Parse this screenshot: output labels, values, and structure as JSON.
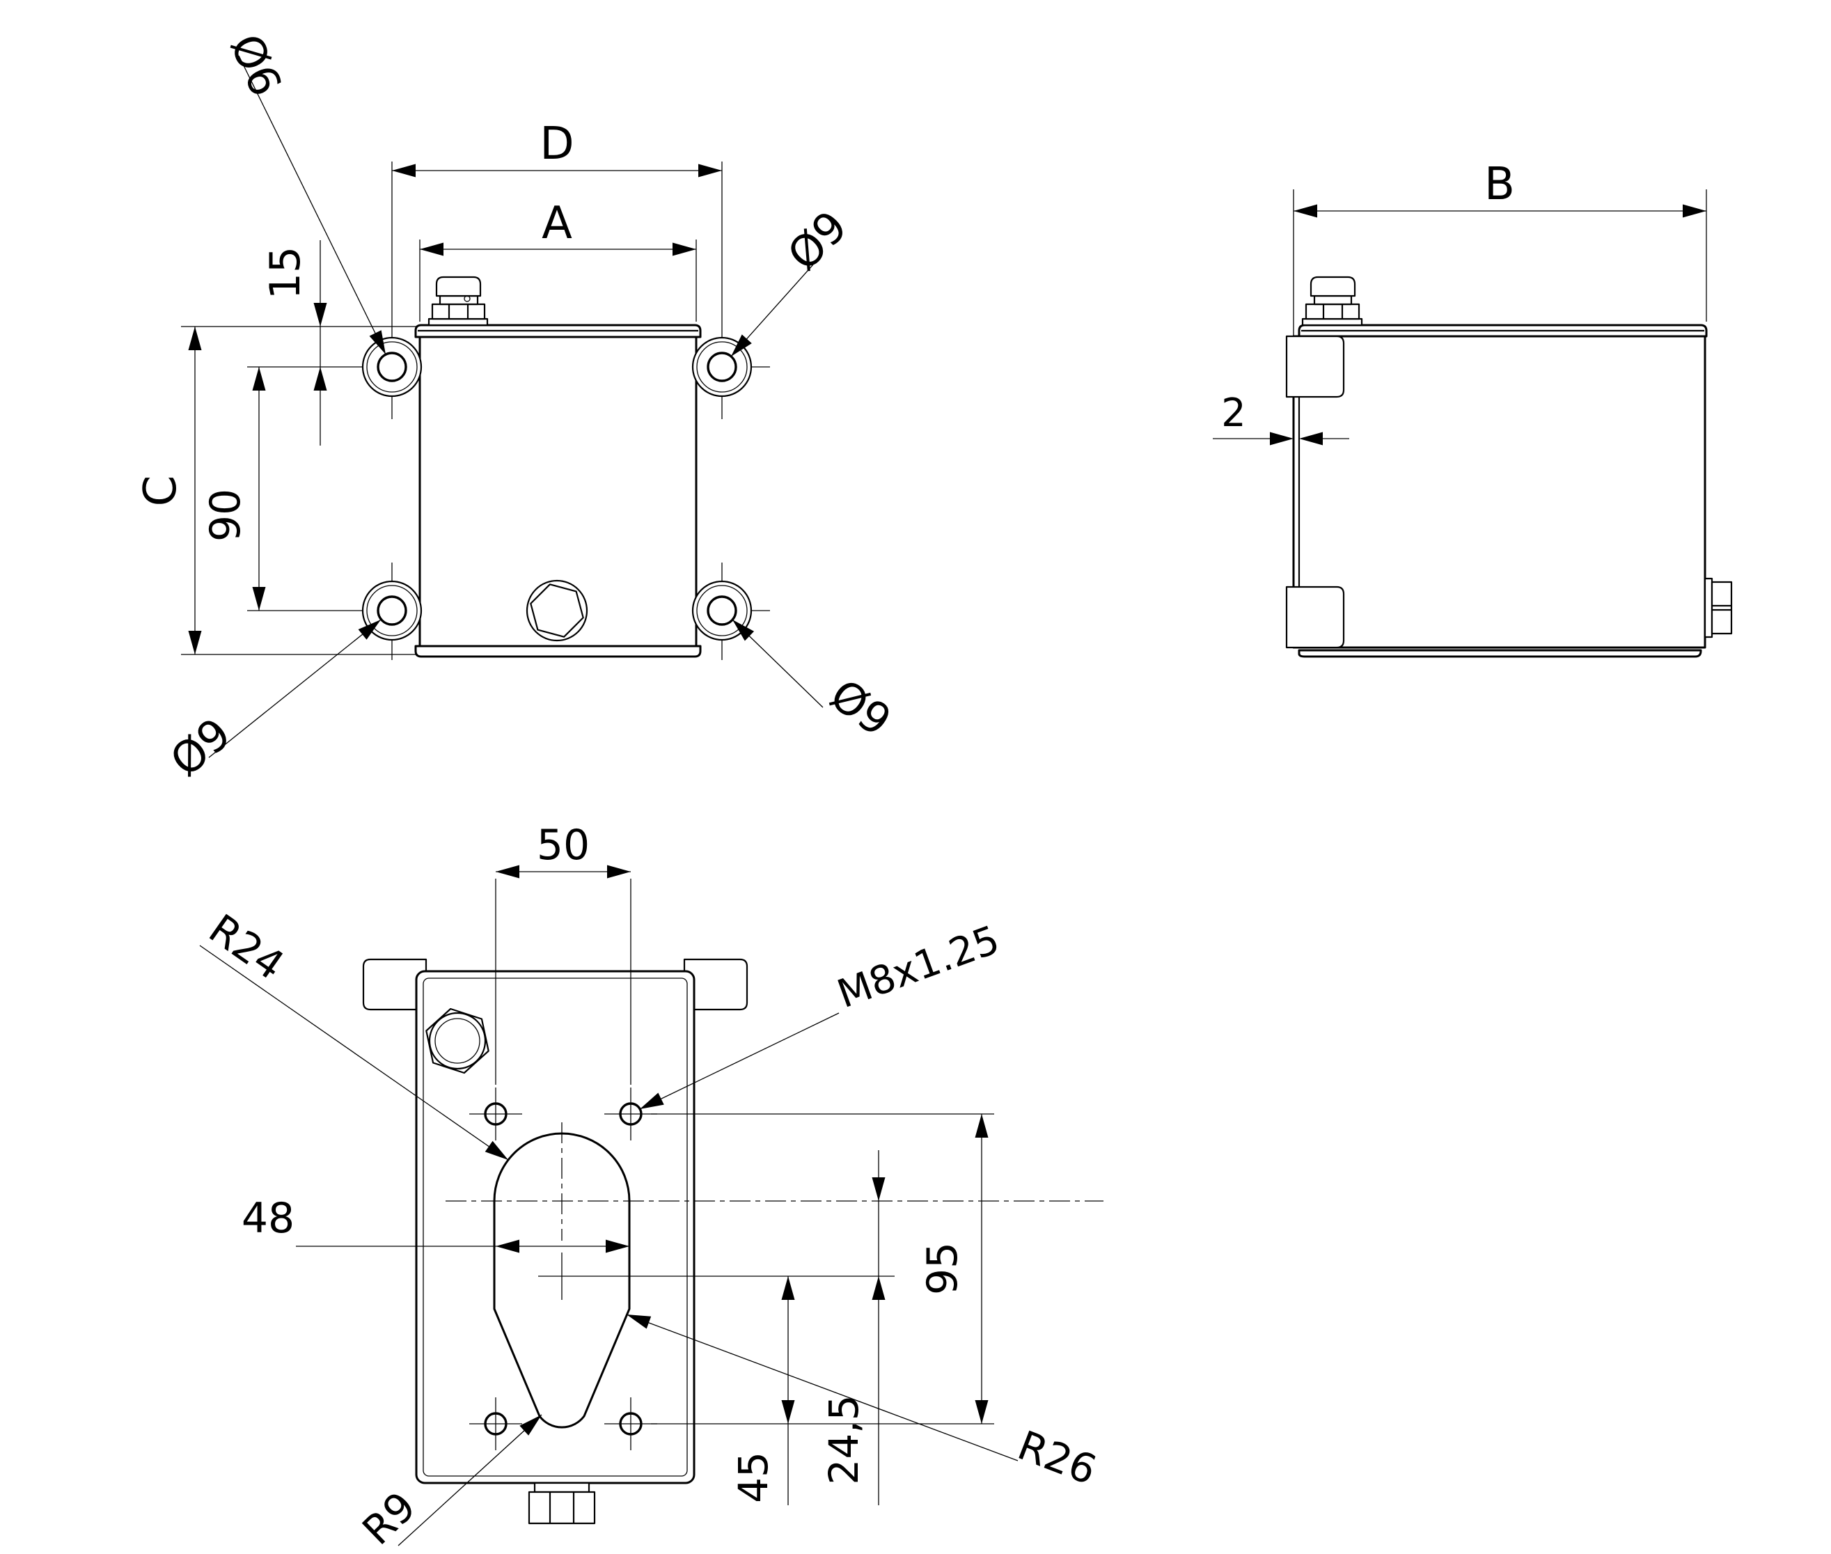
{
  "drawing": {
    "background": "#ffffff",
    "line_color": "#000000",
    "front_view": {
      "dim_ear_hole_pitch_h": "D",
      "dim_body_width": "A",
      "dim_overall_height": "C",
      "dim_ear_hole_pitch_v": "90",
      "dim_top_to_hole": "15",
      "callout_hole_top_left": "Ø6",
      "callout_hole_top_right": "Ø9",
      "callout_hole_bottom_left": "Ø9",
      "callout_hole_bottom_right": "Ø9"
    },
    "side_view": {
      "dim_depth": "B",
      "dim_flange_thickness": "2"
    },
    "bottom_view": {
      "dim_stud_spacing": "50",
      "dim_slot_width": "48",
      "dim_hole_row_spacing": "95",
      "dim_cross_to_row": "45",
      "dim_center_to_cross": "24,5",
      "callout_slot_top_radius": "R24",
      "callout_slot_tip_radius": "R9",
      "callout_slot_corner_radius": "R26",
      "callout_thread": "M8x1.25"
    }
  }
}
